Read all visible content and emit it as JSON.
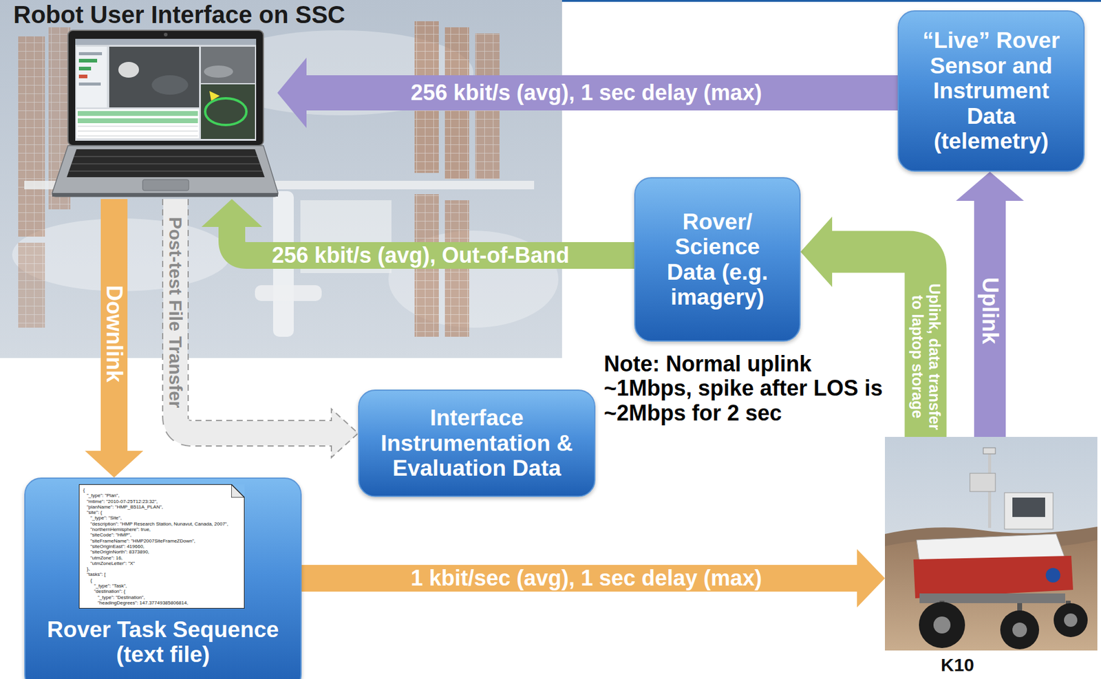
{
  "diagram": {
    "nodes": [
      {
        "text": [
          "Robot User Interface on SSC"
        ]
      },
      {
        "text": [
          "“Live” Rover Sensor and Instrument Data (telemetry)"
        ]
      },
      {
        "text": [
          "Rover/ Science Data (e.g. imagery)"
        ]
      },
      {
        "text": [
          "Interface Instrumentation & Evaluation Data"
        ]
      },
      {
        "text": [
          "Rover Task Sequence (text file)"
        ]
      },
      {
        "text": [
          "{",
          "\"_type\": \"Plan\",",
          "\"mtime\": \"2010-07-25T12:23:32\",",
          "\"planName\": \"HMP_B511A_PLAN\",",
          "\"site\": {",
          "\"_type\": \"Site\",",
          "\"description\": \"HMP Research Station, Nunavut, Canada, 2007\",",
          "\"northernHemisphere\": true,",
          "\"siteCode\": \"HMP\",",
          "\"siteFrameName\": \"HMP2007SiteFrameZDown\",",
          "\"siteOriginEast\": 419660,",
          "\"siteOriginNorth\": 8373890,",
          "\"utmZone\": 16,",
          "\"utmZoneLetter\": \"X\"",
          "},",
          "\"tasks\": [",
          "{",
          "\"_type\": \"Task\",",
          "\"destination\": {",
          "\"_type\": \"Destination\",",
          "\"headingDegrees\": 147.37749385806814,"
        ],
        "in": 4
      },
      {
        "text": [
          "K10"
        ]
      }
    ],
    "edges": [
      {
        "from": 1,
        "to": 0,
        "arrow": "to",
        "label": "256 kbit/s (avg), 1 sec delay (max)"
      },
      {
        "from": 6,
        "to": 1,
        "arrow": "to",
        "label": "Uplink"
      },
      {
        "from": 6,
        "to": 2,
        "arrow": "to",
        "label": "Uplink, data transfer to laptop storage"
      },
      {
        "from": 2,
        "to": 0,
        "arrow": "to",
        "label": "256 kbit/s (avg), Out-of-Band"
      },
      {
        "from": 0,
        "to": 4,
        "arrow": "to",
        "label": "Downlink"
      },
      {
        "from": 4,
        "to": 6,
        "arrow": "to",
        "label": "1 kbit/sec (avg), 1 sec delay (max)"
      },
      {
        "from": 0,
        "to": 3,
        "arrow": "to",
        "label": "Post-test File Transfer"
      }
    ],
    "labels": [
      "Note: Normal uplink ~1Mbps, spike after LOS is ~2Mbps for 2 sec"
    ]
  }
}
